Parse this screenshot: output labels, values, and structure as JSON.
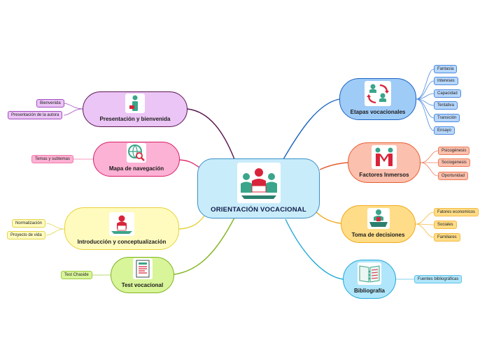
{
  "center": {
    "label": "ORIENTACIÓN VOCACIONAL",
    "icon": "meeting-people-icon",
    "color": "#c9ecfb"
  },
  "branches": {
    "presentacion": {
      "label": "Presentación y bienvenida",
      "icon": "presenter-icon",
      "color": "#ebc5f5",
      "line": "#5a1650"
    },
    "mapa": {
      "label": "Mapa de navegación",
      "icon": "globe-search-icon",
      "color": "#fcb2d4",
      "line": "#e0306e"
    },
    "introduccion": {
      "label": "Introducción y conceptualización",
      "icon": "speaker-icon",
      "color": "#fffbbf",
      "line": "#e6d23a"
    },
    "test": {
      "label": "Test vocacional",
      "icon": "document-icon",
      "color": "#d8f59a",
      "line": "#7fb41e"
    },
    "etapas": {
      "label": "Etapas vocacionales",
      "icon": "cycle-people-icon",
      "color": "#9fcbf7",
      "line": "#1a63c0"
    },
    "factores": {
      "label": "Factores Inmersos",
      "icon": "connected-people-icon",
      "color": "#fbc0ae",
      "line": "#e85b2e"
    },
    "toma": {
      "label": "Toma de decisiones",
      "icon": "interview-icon",
      "color": "#ffdd88",
      "line": "#f0a91a"
    },
    "bibliografia": {
      "label": "Bibliografía",
      "icon": "book-icon",
      "color": "#b0e6fb",
      "line": "#1fa8d8"
    }
  },
  "leaves": {
    "presentacion": [
      "Bienvenida",
      "Presentación de la autora"
    ],
    "mapa": [
      "Temas y subtemas"
    ],
    "introduccion": [
      "Normalización",
      "Proyecto de vida"
    ],
    "test": [
      "Test Chaside"
    ],
    "etapas": [
      "Fantasía",
      "Intereses",
      "Capacidad",
      "Tentativa",
      "Transición",
      "Ensayo"
    ],
    "factores": [
      "Psicogénesis",
      "Sociogenesis",
      "Oportunidad"
    ],
    "toma": [
      "Fatores economicos",
      "Sociales",
      "Familiares"
    ],
    "bibliografia": [
      "Fuentes bibliográficas"
    ]
  }
}
